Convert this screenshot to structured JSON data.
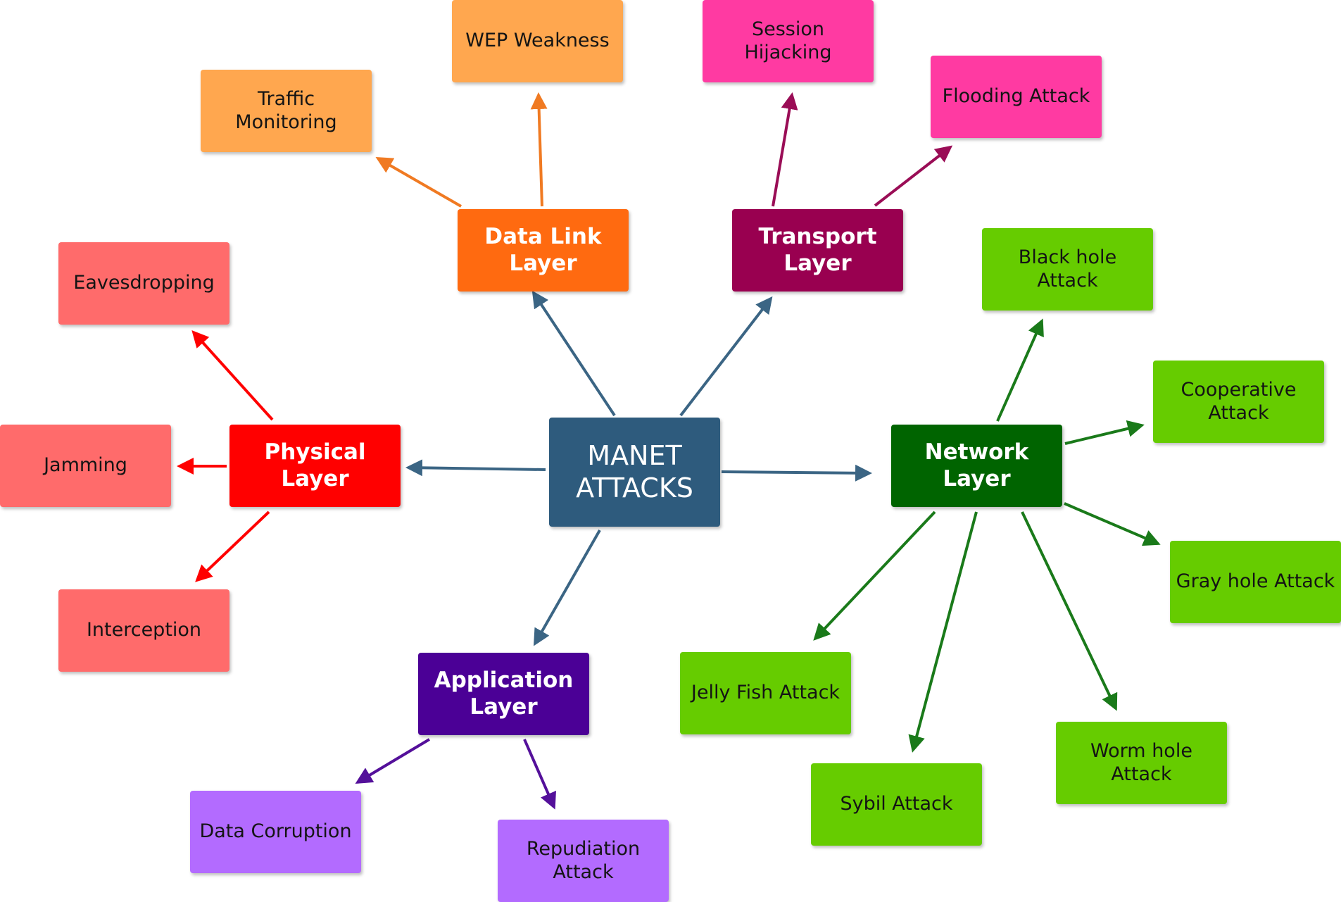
{
  "center": {
    "label_line1": "MANET",
    "label_line2": "ATTACKS",
    "color": "#2e5b7d"
  },
  "layers": {
    "physical": {
      "label": "Physical Layer",
      "color": "#ff0000",
      "attacks": [
        "Eavesdropping",
        "Jamming",
        "Interception"
      ],
      "leaf_color": "#ff6b6b"
    },
    "data_link": {
      "label": "Data Link Layer",
      "color": "#ff6a10",
      "attacks": [
        "Traffic Monitoring",
        "WEP Weakness"
      ],
      "leaf_color": "#ffa74f"
    },
    "transport": {
      "label": "Transport Layer",
      "color": "#990050",
      "attacks": [
        "Session Hijacking",
        "Flooding Attack"
      ],
      "leaf_color": "#ff3aa2"
    },
    "network": {
      "label": "Network Layer",
      "color": "#006400",
      "attacks": [
        "Black hole Attack",
        "Cooperative Attack",
        "Gray hole Attack",
        "Worm hole Attack",
        "Sybil Attack",
        "Jelly Fish Attack"
      ],
      "leaf_color": "#66cc00"
    },
    "application": {
      "label_line1": "Application",
      "label_line2": "Layer",
      "color": "#4b0096",
      "attacks": [
        "Data Corruption",
        "Repudiation Attack"
      ],
      "leaf_color": "#b36bff"
    }
  },
  "arrow_colors": {
    "center": "#3b6584",
    "physical": "#ff0000",
    "data_link": "#f07a22",
    "transport": "#9a0d56",
    "network": "#1a7a1a",
    "application": "#54109a"
  }
}
